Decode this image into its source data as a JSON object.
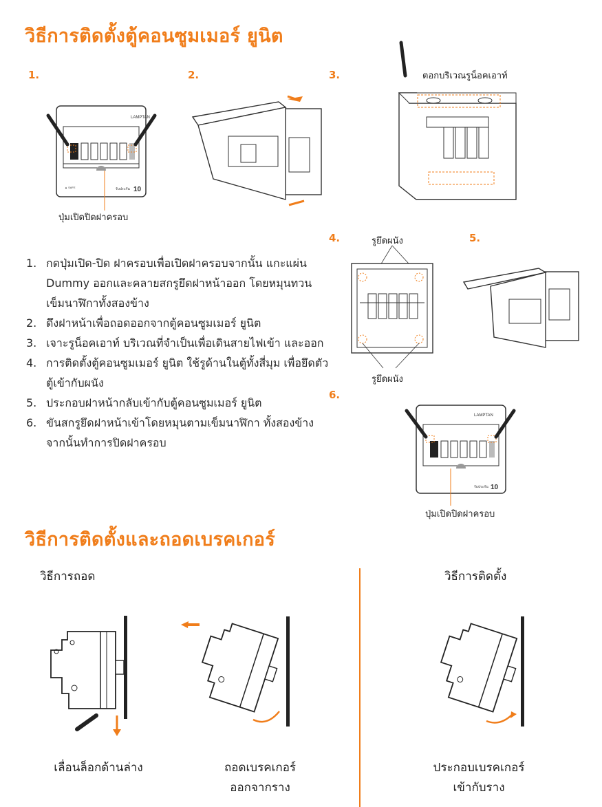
{
  "section1": {
    "title": "วิธีการติดตั้งตู้คอนซูมเมอร์ ยูนิต",
    "step_numbers": [
      "1.",
      "2.",
      "3.",
      "4.",
      "5.",
      "6."
    ],
    "img1_caption": "ปุ่มเปิดปิดฝาครอบ",
    "img1_brand": "LAMPTAN",
    "img1_badge": "10",
    "img3_caption": "ตอกบริเวณรูน็อคเอาท์",
    "img4_caption_top": "รูยึดผนัง",
    "img4_caption_bottom": "รูยึดผนัง",
    "img6_caption": "ปุ่มเปิดปิดฝาครอบ",
    "img6_brand": "LAMPTAN",
    "img6_badge": "10",
    "steps": [
      {
        "n": "1.",
        "text": "กดปุ่มเปิด-ปิด ฝาครอบเพื่อเปิดฝาครอบจากนั้น แกะแผ่น Dummy ออกและคลายสกรูยึดฝาหน้าออก โดยหมุนทวนเข็มนาฬิกาทั้งสองข้าง"
      },
      {
        "n": "2.",
        "text": "ดึงฝาหน้าเพื่อถอดออกจากตู้คอนซูมเมอร์ ยูนิต"
      },
      {
        "n": "3.",
        "text": "เจาะรูน็อคเอาท์ บริเวณที่จำเป็นเพื่อเดินสายไฟเข้า และออก"
      },
      {
        "n": "4.",
        "text": "การติดตั้งตู้คอนซูมเมอร์ ยูนิต ใช้รูด้านในตู้ทั้งสี่มุม เพื่อยึดตัวตู้เข้ากับผนัง"
      },
      {
        "n": "5.",
        "text": "ประกอบฝาหน้ากลับเข้ากับตู้คอนซูมเมอร์ ยูนิต"
      },
      {
        "n": "6.",
        "text": "ขันสกรูยึดฝาหน้าเข้าโดยหมุนตามเข็มนาฬิกา ทั้งสองข้าง จากนั้นทำการปิดฝาครอบ"
      }
    ]
  },
  "section2": {
    "title": "วิธีการติดตั้งและถอดเบรคเกอร์",
    "removal_label": "วิธีการถอด",
    "install_label": "วิธีการติดตั้ง",
    "caption_slide_lock": "เลื่อนล็อกด้านล่าง",
    "caption_remove_line1": "ถอดเบรคเกอร์",
    "caption_remove_line2": "ออกจากราง",
    "caption_install_line1": "ประกอบเบรคเกอร์",
    "caption_install_line2": "เข้ากับราง"
  },
  "colors": {
    "accent": "#f07d1a",
    "text": "#222222",
    "line": "#333333"
  }
}
